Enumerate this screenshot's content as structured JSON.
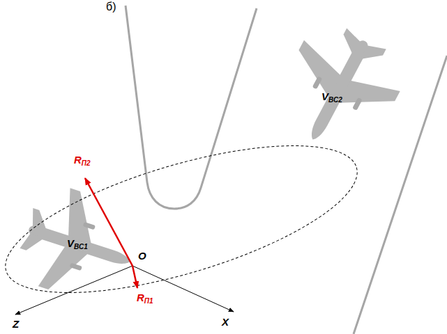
{
  "diagram": {
    "labels": [
      "б)",
      "VВС2",
      "RП2",
      "VВС1",
      "O",
      "RП1",
      "Z",
      "X"
    ]
  }
}
